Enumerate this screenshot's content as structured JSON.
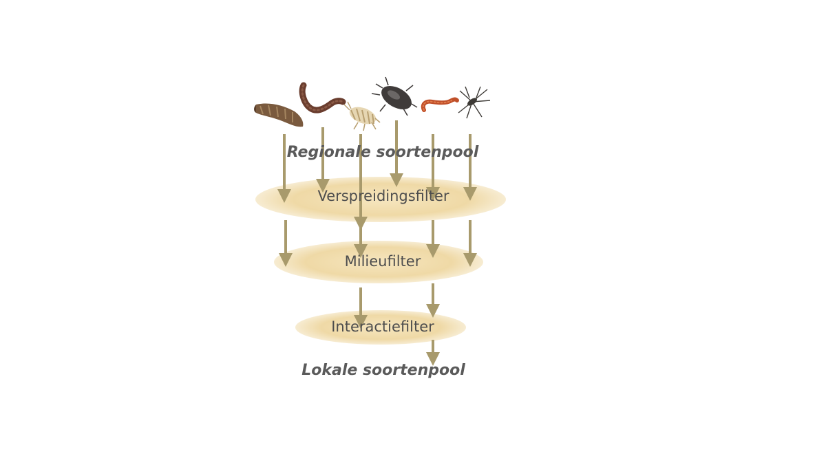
{
  "diagram": {
    "regional_pool_label": "Regionale soortenpool",
    "filters": [
      {
        "label": "Verspreidingsfilter"
      },
      {
        "label": "Milieufilter"
      },
      {
        "label": "Interactiefilter"
      }
    ],
    "local_pool_label": "Lokale soortenpool",
    "organisms": [
      {
        "icon": "caddisfly-larva-case-icon"
      },
      {
        "icon": "worm-icon"
      },
      {
        "icon": "isopod-icon"
      },
      {
        "icon": "water-beetle-icon"
      },
      {
        "icon": "red-worm-icon"
      },
      {
        "icon": "water-strider-icon"
      }
    ],
    "colors": {
      "ellipse_fill": "#efd9a6",
      "arrow": "#a89a6c",
      "text": "#5a5a5a"
    }
  }
}
